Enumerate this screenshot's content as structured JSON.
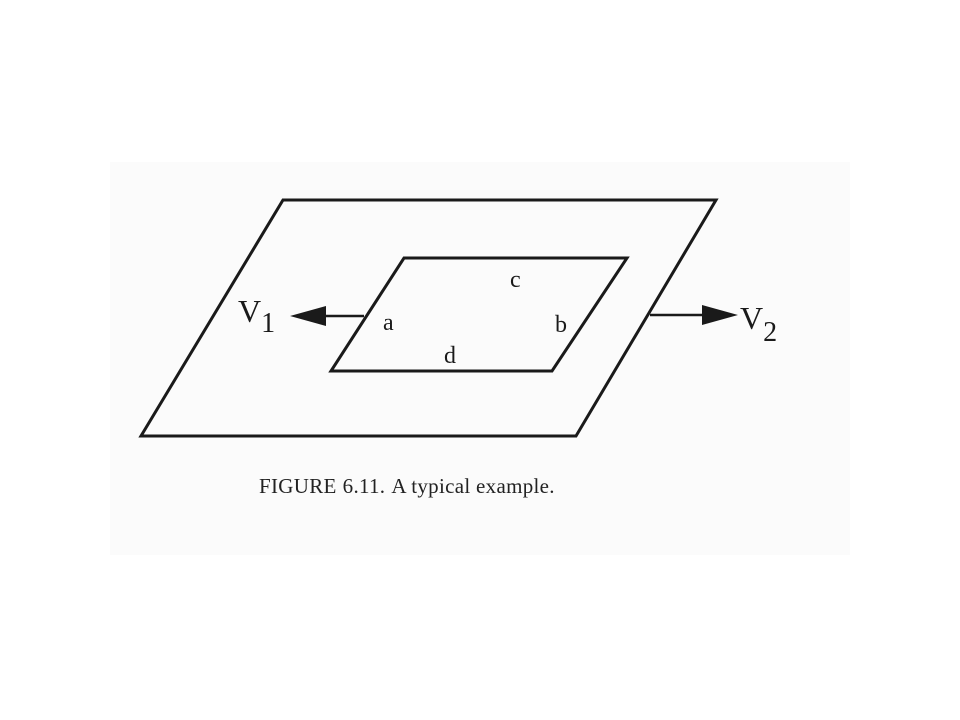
{
  "figure": {
    "caption_label": "FIGURE",
    "caption_number": "6.11.",
    "caption_text": "A typical example.",
    "edge_labels": {
      "a": "a",
      "b": "b",
      "c": "c",
      "d": "d"
    },
    "vectors": {
      "v1": {
        "base": "V",
        "subscript": "1"
      },
      "v2": {
        "base": "V",
        "subscript": "2"
      }
    },
    "colors": {
      "stroke": "#1a1a1a",
      "background": "#ffffff",
      "scan_tint": "#fbfbfb"
    }
  }
}
